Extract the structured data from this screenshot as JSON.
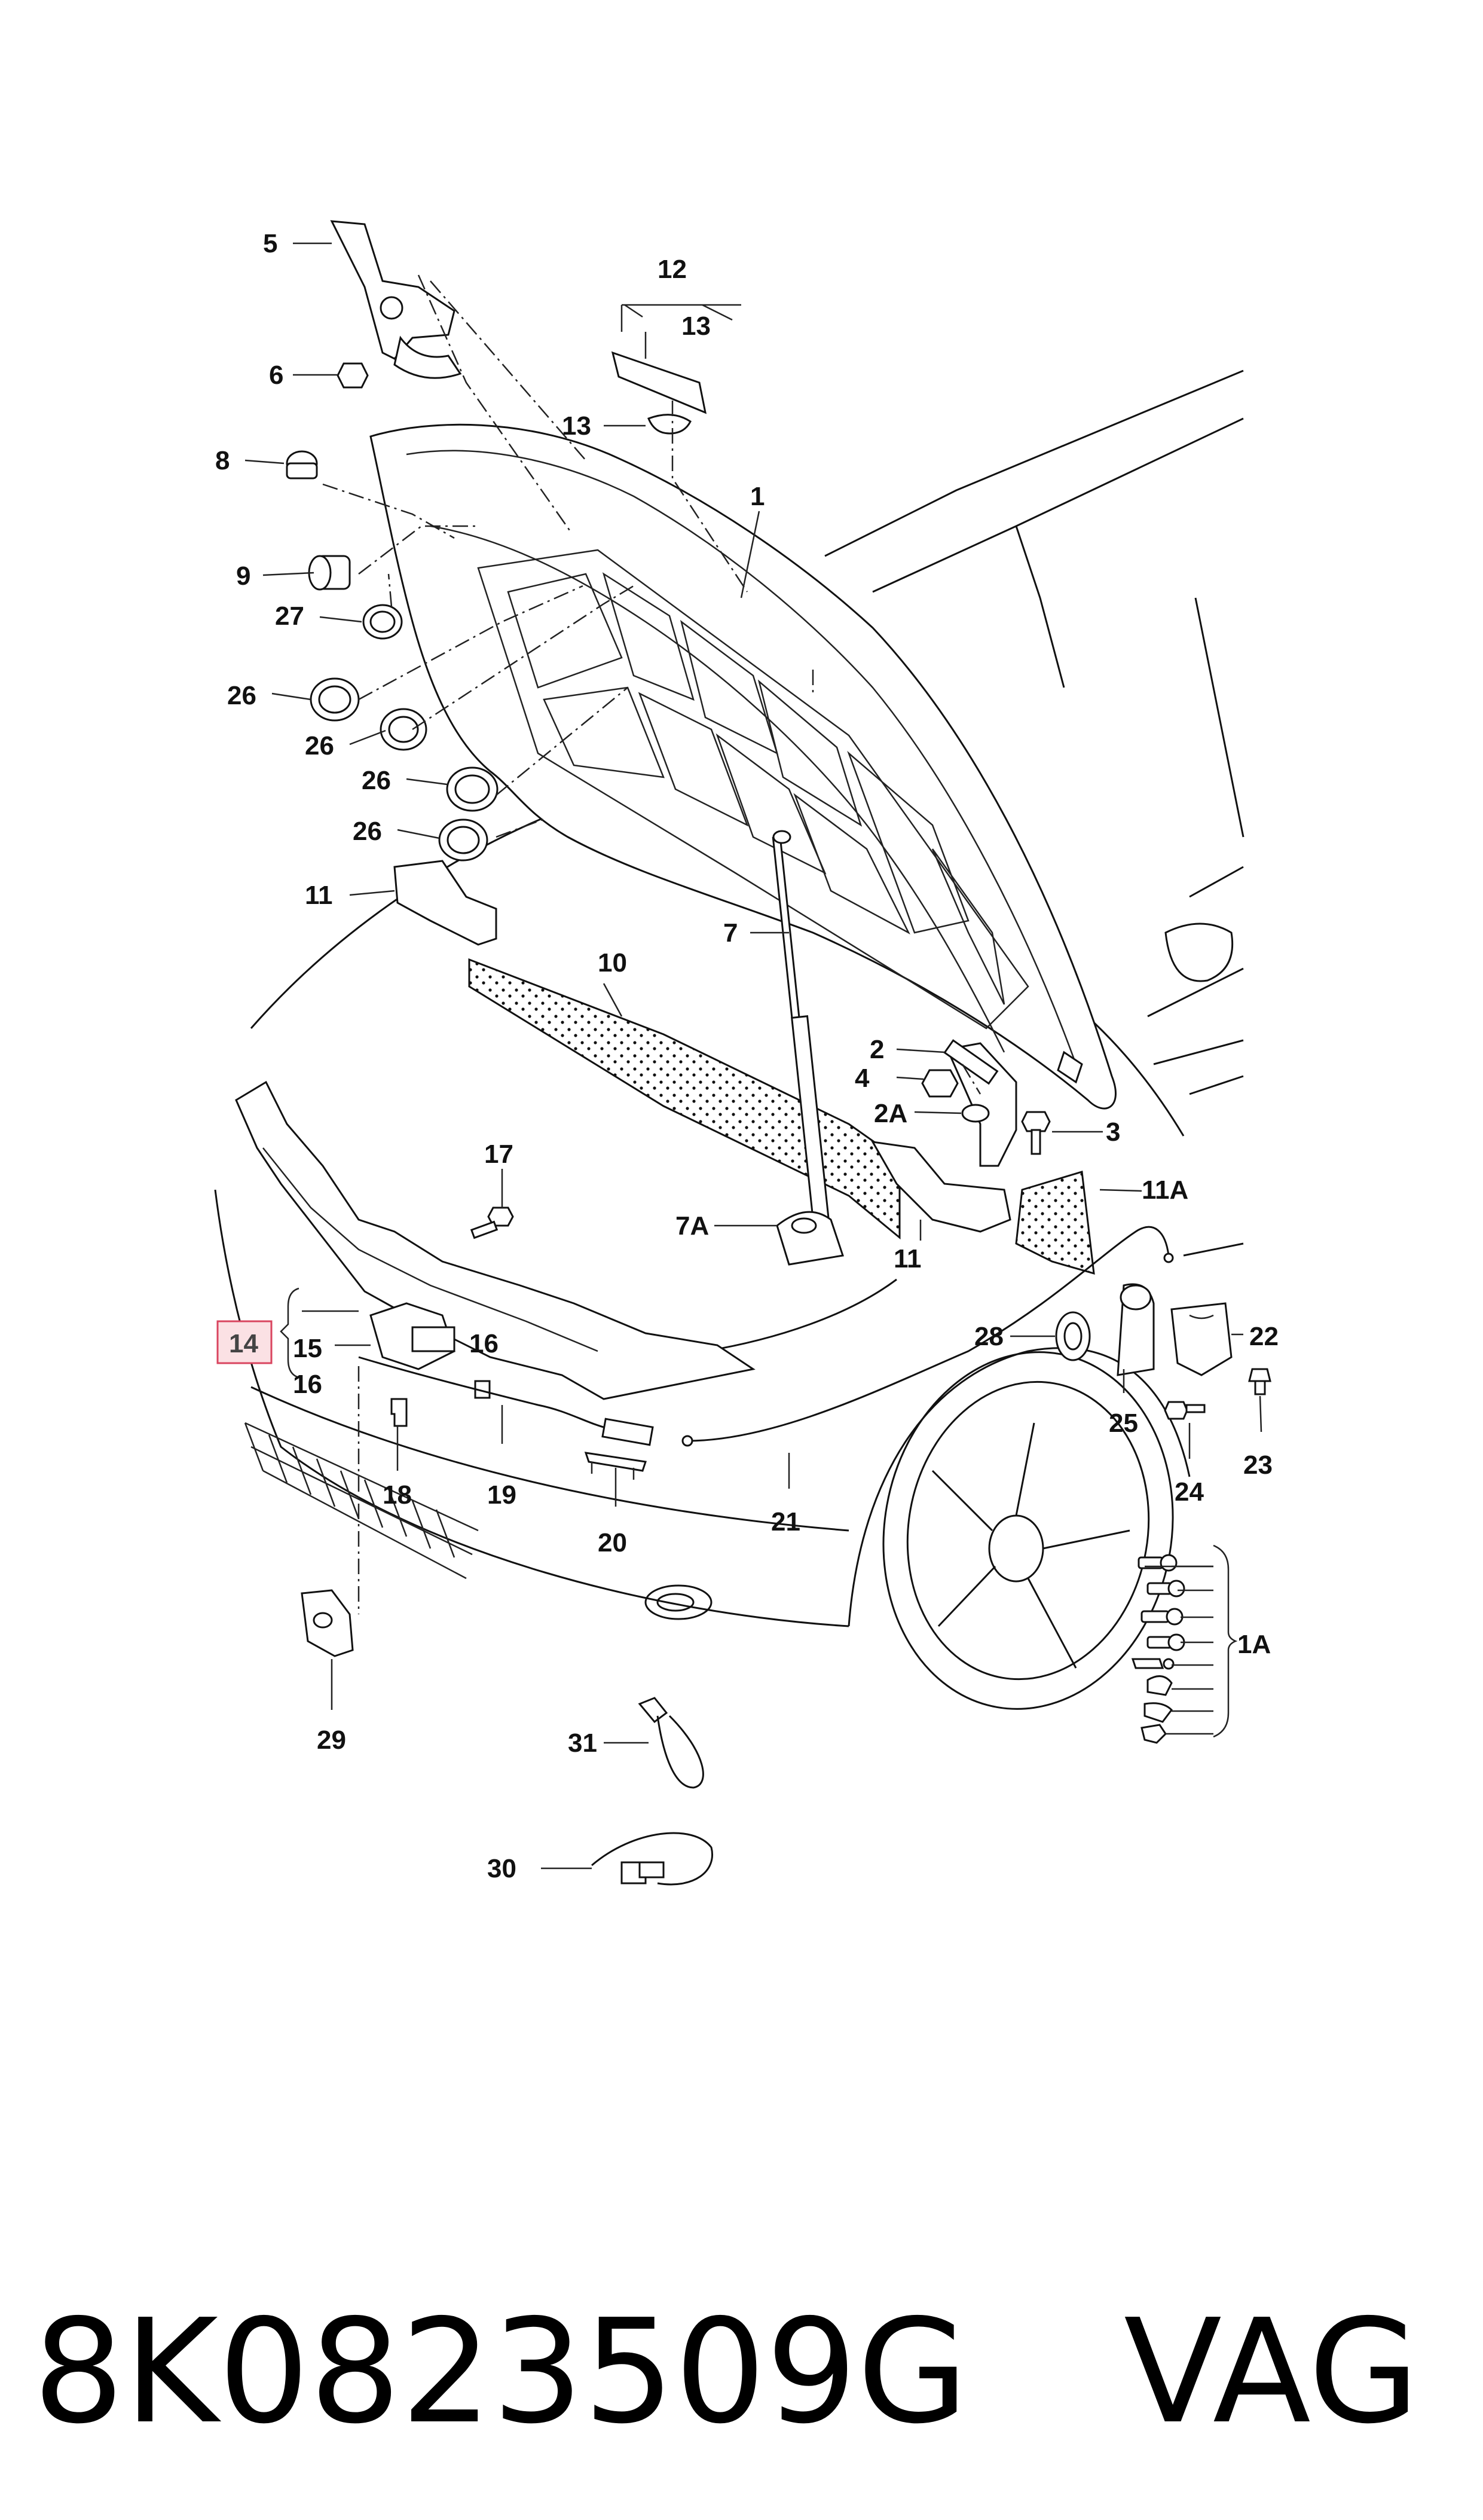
{
  "diagram": {
    "callouts": [
      {
        "id": "c1",
        "text": "1"
      },
      {
        "id": "c1a",
        "text": "1A"
      },
      {
        "id": "c2",
        "text": "2"
      },
      {
        "id": "c2a",
        "text": "2A"
      },
      {
        "id": "c3",
        "text": "3"
      },
      {
        "id": "c4",
        "text": "4"
      },
      {
        "id": "c5",
        "text": "5"
      },
      {
        "id": "c6",
        "text": "6"
      },
      {
        "id": "c7",
        "text": "7"
      },
      {
        "id": "c7a",
        "text": "7A"
      },
      {
        "id": "c8",
        "text": "8"
      },
      {
        "id": "c9",
        "text": "9"
      },
      {
        "id": "c10",
        "text": "10"
      },
      {
        "id": "c11a",
        "text": "11"
      },
      {
        "id": "c11b",
        "text": "11"
      },
      {
        "id": "c11A",
        "text": "11A"
      },
      {
        "id": "c12",
        "text": "12"
      },
      {
        "id": "c13a",
        "text": "13"
      },
      {
        "id": "c13b",
        "text": "13"
      },
      {
        "id": "c14",
        "text": "14"
      },
      {
        "id": "c15",
        "text": "15"
      },
      {
        "id": "c16a",
        "text": "16"
      },
      {
        "id": "c16b",
        "text": "16"
      },
      {
        "id": "c17",
        "text": "17"
      },
      {
        "id": "c18",
        "text": "18"
      },
      {
        "id": "c19",
        "text": "19"
      },
      {
        "id": "c20",
        "text": "20"
      },
      {
        "id": "c21",
        "text": "21"
      },
      {
        "id": "c22",
        "text": "22"
      },
      {
        "id": "c23",
        "text": "23"
      },
      {
        "id": "c24",
        "text": "24"
      },
      {
        "id": "c25",
        "text": "25"
      },
      {
        "id": "c26a",
        "text": "26"
      },
      {
        "id": "c26b",
        "text": "26"
      },
      {
        "id": "c26c",
        "text": "26"
      },
      {
        "id": "c26d",
        "text": "26"
      },
      {
        "id": "c27",
        "text": "27"
      },
      {
        "id": "c28",
        "text": "28"
      },
      {
        "id": "c29",
        "text": "29"
      },
      {
        "id": "c30",
        "text": "30"
      },
      {
        "id": "c31",
        "text": "31"
      }
    ],
    "highlight": {
      "text": "14",
      "fill": "#fbe1e4",
      "stroke": "#d9455f"
    }
  },
  "footer": {
    "part_number": "8K0823509G",
    "brand": "VAG"
  }
}
